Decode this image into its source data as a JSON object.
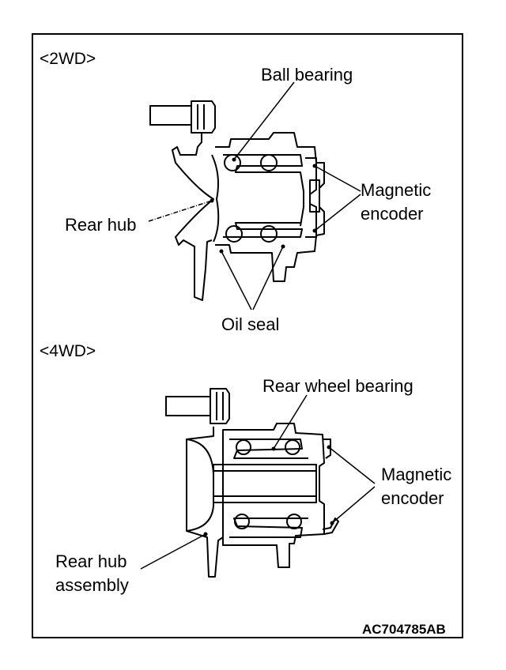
{
  "sections": {
    "top": {
      "header": "<2WD>",
      "labels": {
        "ball_bearing": "Ball bearing",
        "rear_hub": "Rear hub",
        "magnetic_encoder_1": "Magnetic",
        "magnetic_encoder_2": "encoder",
        "oil_seal": "Oil seal"
      }
    },
    "bottom": {
      "header": "<4WD>",
      "labels": {
        "rear_wheel_bearing": "Rear wheel bearing",
        "magnetic_encoder_1": "Magnetic",
        "magnetic_encoder_2": "encoder",
        "rear_hub_assembly_1": "Rear hub",
        "rear_hub_assembly_2": "assembly"
      }
    }
  },
  "figure_code": "AC704785AB"
}
